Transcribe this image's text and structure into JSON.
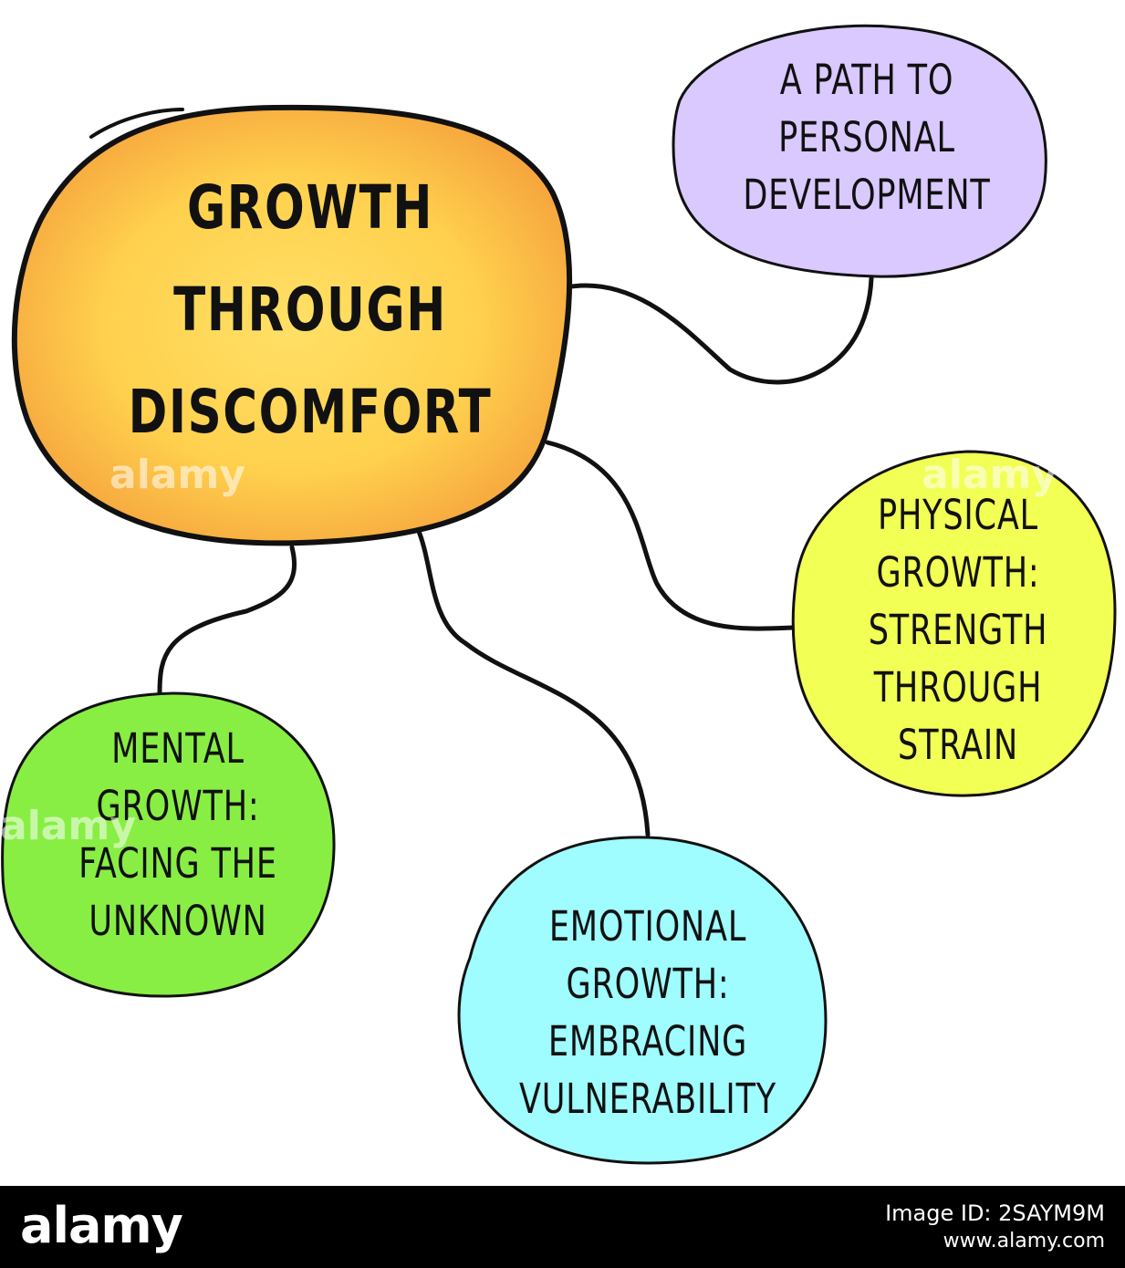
{
  "center": {
    "lines": [
      "GROWTH",
      "THROUGH",
      "DISCOMFORT"
    ],
    "color_inner": "#ffe066",
    "color_outer": "#f39a3a"
  },
  "branches": {
    "path": {
      "lines": [
        "A PATH TO",
        "PERSONAL",
        "DEVELOPMENT"
      ],
      "color": "#d9c9ff"
    },
    "physical": {
      "lines": [
        "PHYSICAL",
        "GROWTH:",
        "STRENGTH",
        "THROUGH",
        "STRAIN"
      ],
      "color": "#f2ff55"
    },
    "mental": {
      "lines": [
        "MENTAL",
        "GROWTH:",
        "FACING THE",
        "UNKNOWN"
      ],
      "color": "#88ee44"
    },
    "emotional": {
      "lines": [
        "EMOTIONAL",
        "GROWTH:",
        "EMBRACING",
        "VULNERABILITY"
      ],
      "color": "#9ffcff"
    }
  },
  "stroke_color": "#111111",
  "watermark": "alamy",
  "footer": {
    "logo": "alamy",
    "image_id": "Image ID: 2SAYM9M",
    "site": "www.alamy.com"
  }
}
